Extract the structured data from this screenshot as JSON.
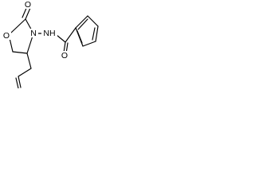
{
  "molecule": {
    "atoms": {
      "carbonyl_o_ring": "O",
      "ring_o": "O",
      "ring_n": "N",
      "amide_nh": "NH",
      "benzoyl_o": "O"
    },
    "colors": {
      "bond": "#000000",
      "label": "#000000",
      "background": "#ffffff"
    }
  }
}
